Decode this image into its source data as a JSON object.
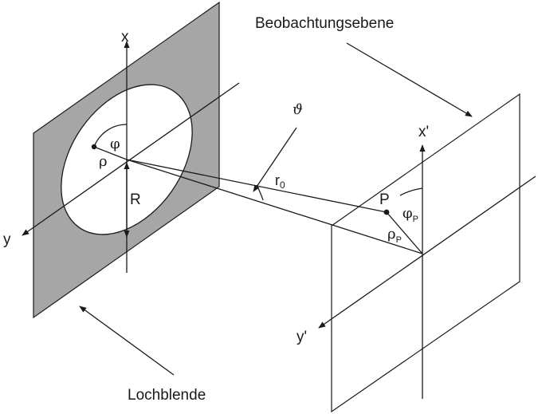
{
  "labels": {
    "observation_plane": "Beobachtungsebene",
    "aperture": "Lochblende",
    "x": "x",
    "y": "y",
    "x_prime": "x'",
    "y_prime": "y'",
    "R": "R",
    "rho": "ρ",
    "phi": "φ",
    "theta": "ϑ",
    "r0": "r",
    "r0_sub": "0",
    "P": "P",
    "rho_P": "ρ",
    "rho_P_sub": "P",
    "phi_P": "φ",
    "phi_P_sub": "P"
  },
  "colors": {
    "screen_fill": "#a6a6a6",
    "line": "#1a1a1a",
    "background": "#ffffff"
  }
}
